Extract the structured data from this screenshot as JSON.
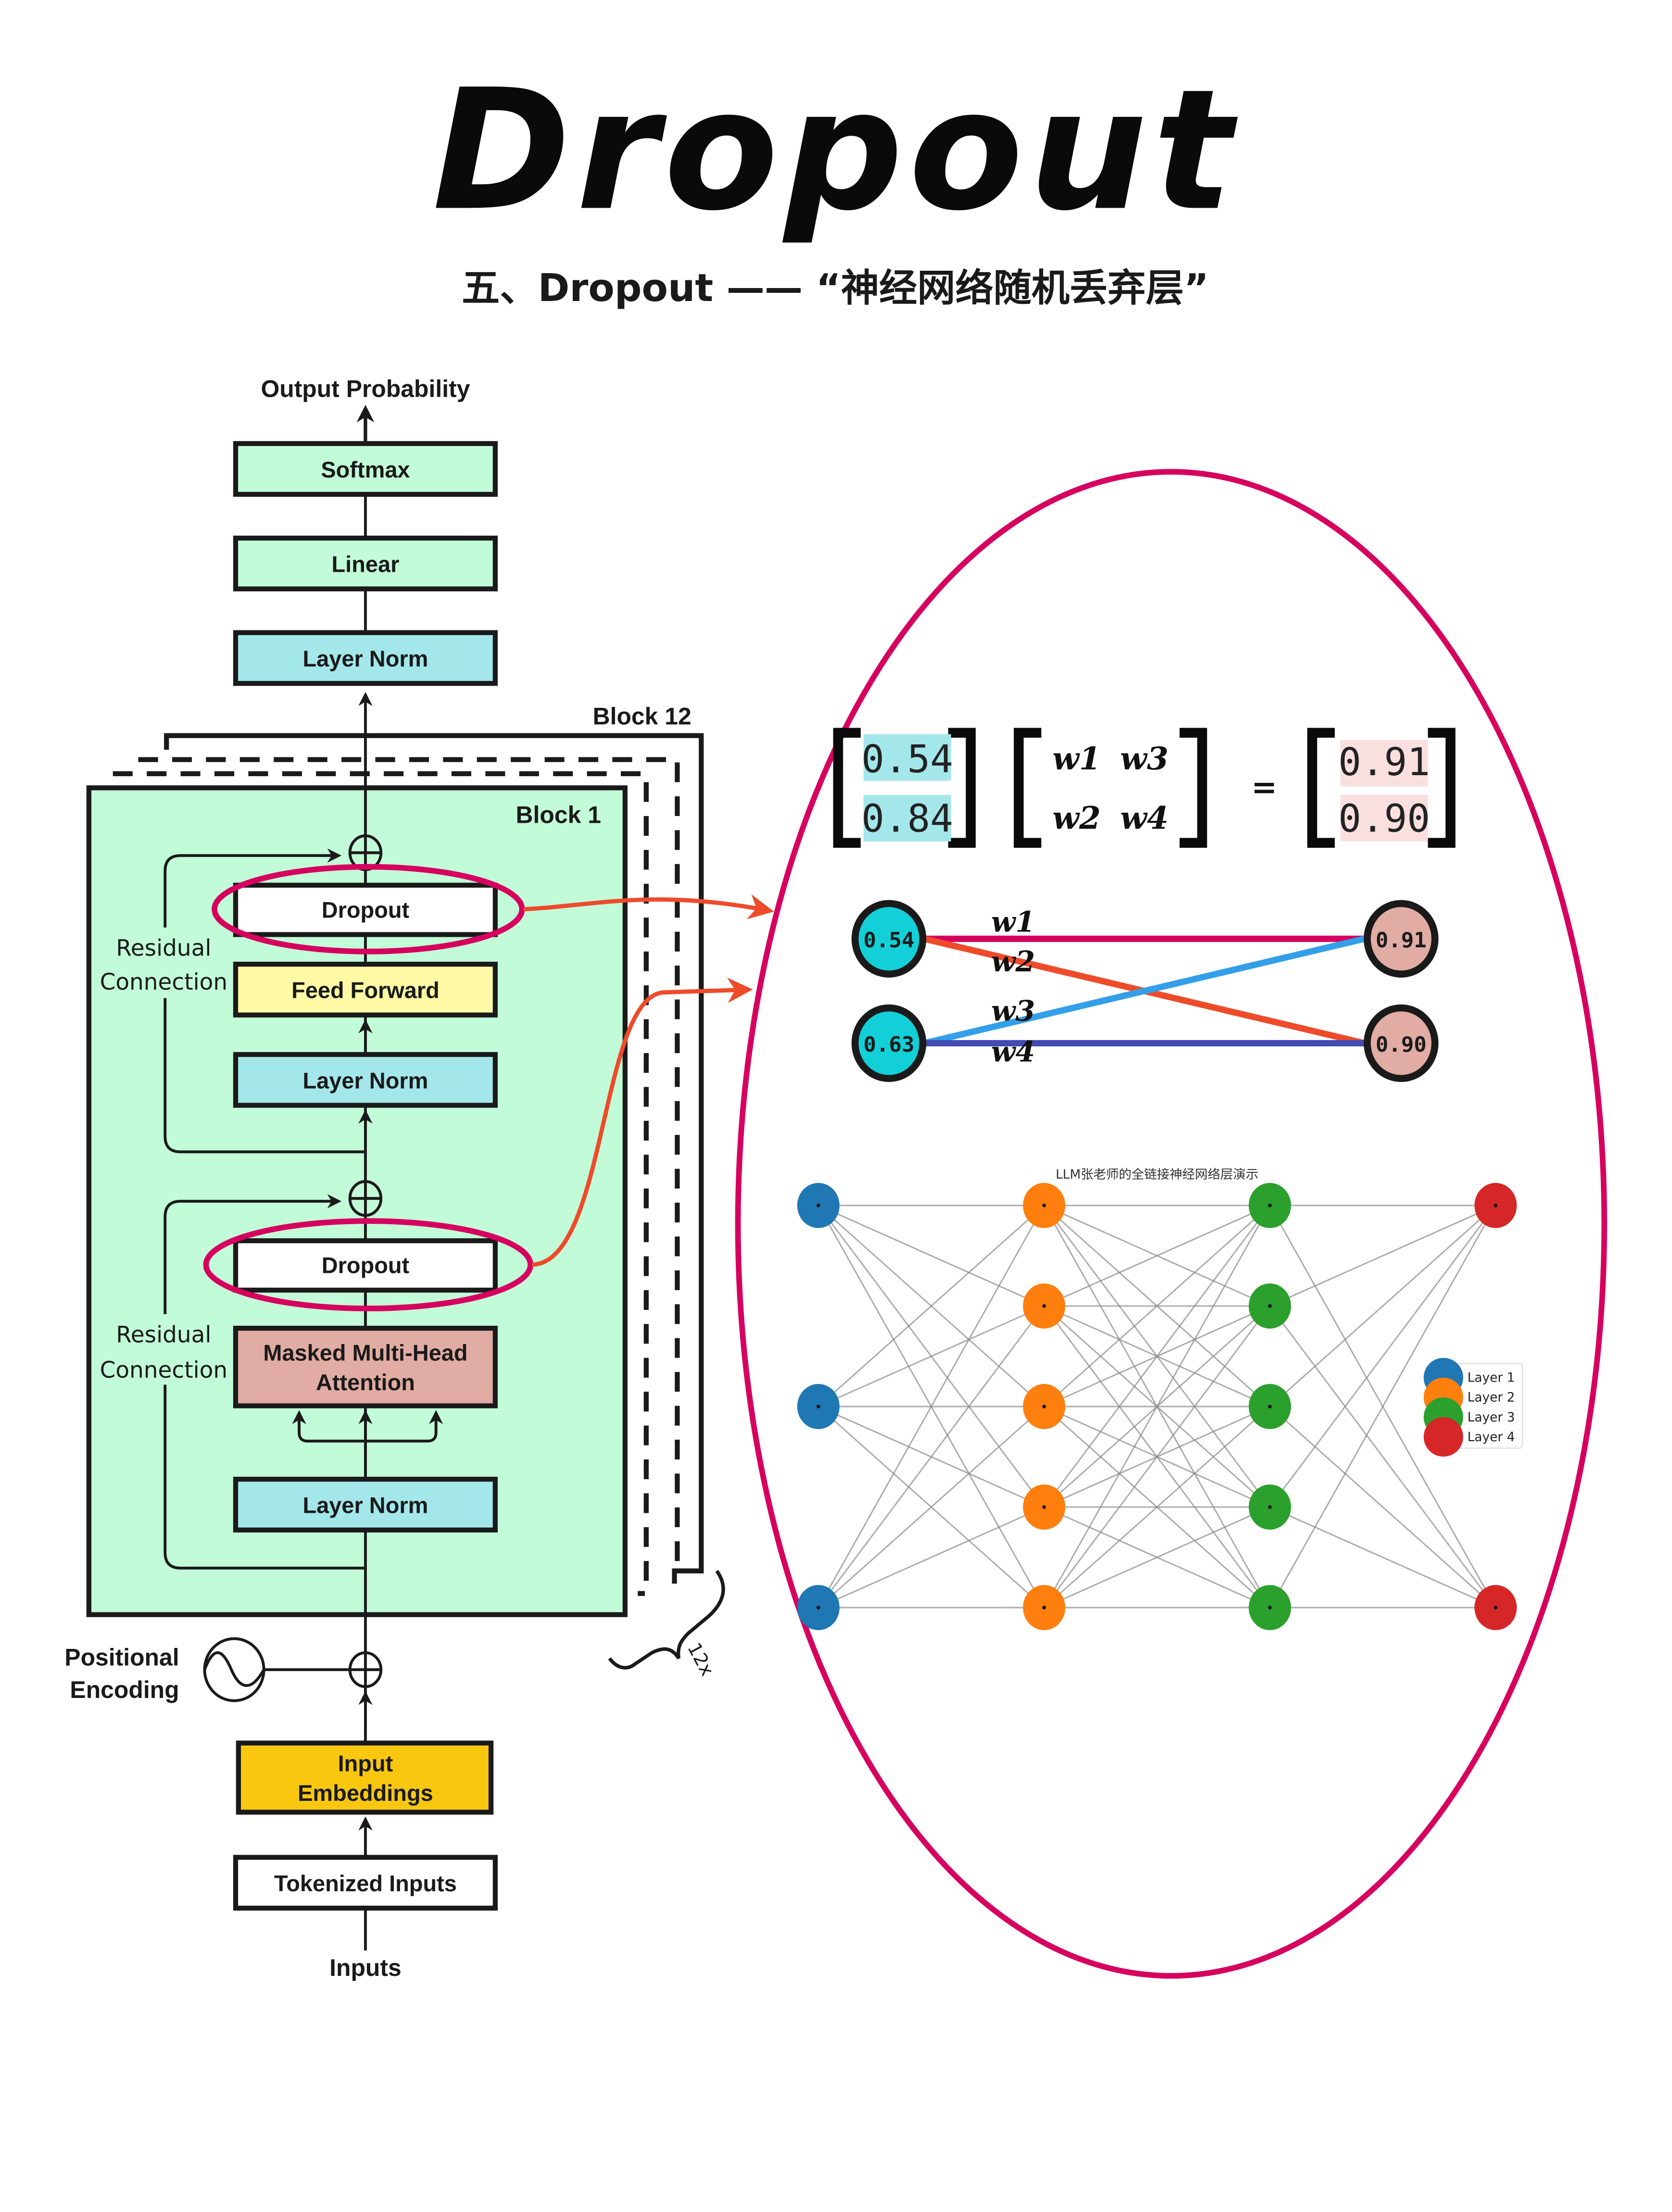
{
  "title": "Dropout",
  "subtitle": "五、Dropout —— “神经网络随机丢弃层”",
  "transformer": {
    "output_label": "Output Probability",
    "top_layers": [
      {
        "label": "Softmax",
        "color": "#c2fbd8"
      },
      {
        "label": "Linear",
        "color": "#c2fbd8"
      },
      {
        "label": "Layer Norm",
        "color": "#a3e7eb"
      }
    ],
    "block_last_label": "Block 12",
    "block_first_label": "Block 1",
    "block_fill": "#c2fbd8",
    "upper_sublayer": {
      "dropout_label": "Dropout",
      "ffn_label": "Feed Forward",
      "ffn_color": "#fdf9a5",
      "norm_label": "Layer Norm",
      "norm_color": "#a3e7eb",
      "residual_label_line1": "Residual",
      "residual_label_line2": "Connection"
    },
    "lower_sublayer": {
      "dropout_label": "Dropout",
      "attention_label_line1": "Masked Multi-Head",
      "attention_label_line2": "Attention",
      "attention_color": "#e1aca3",
      "norm_label": "Layer Norm",
      "norm_color": "#a3e7eb",
      "residual_label_line1": "Residual",
      "residual_label_line2": "Connection"
    },
    "repeat_label": "12x",
    "positional_label_line1": "Positional",
    "positional_label_line2": "Encoding",
    "embeddings_label_line1": "Input",
    "embeddings_label_line2": "Embeddings",
    "embeddings_color": "#f9c710",
    "tokenized_label": "Tokenized Inputs",
    "inputs_label": "Inputs",
    "highlight_color": "#d6005f",
    "arrow_color": "#ee4b2b"
  },
  "matrix_equation": {
    "input_vector": [
      "0.54",
      "0.84"
    ],
    "input_cell_color": "#a3e7eb",
    "weight_matrix": [
      [
        "w1",
        "w3"
      ],
      [
        "w2",
        "w4"
      ]
    ],
    "equals": "=",
    "output_vector": [
      "0.91",
      "0.90"
    ],
    "output_cell_color": "#fadfdf"
  },
  "mini_network": {
    "input_nodes": [
      "0.54",
      "0.63"
    ],
    "input_color": "#13cfd7",
    "output_nodes": [
      "0.91",
      "0.90"
    ],
    "output_color": "#e1aca3",
    "edges": [
      {
        "label": "w1",
        "from": 0,
        "to": 0,
        "color": "#d5005e"
      },
      {
        "label": "w2",
        "from": 0,
        "to": 1,
        "color": "#ee4b2b"
      },
      {
        "label": "w3",
        "from": 1,
        "to": 0,
        "color": "#339fe8"
      },
      {
        "label": "w4",
        "from": 1,
        "to": 1,
        "color": "#414bb2"
      }
    ]
  },
  "fc_network": {
    "title": "LLM张老师的全链接神经网络层演示",
    "layers": [
      {
        "name": "Layer 1",
        "nodes": 3,
        "color": "#1f77b4"
      },
      {
        "name": "Layer 2",
        "nodes": 5,
        "color": "#ff7f0e"
      },
      {
        "name": "Layer 3",
        "nodes": 5,
        "color": "#2ca02c"
      },
      {
        "name": "Layer 4",
        "nodes": 2,
        "color": "#d62728"
      }
    ],
    "edge_color": "#888888",
    "legend_position": "center-right"
  }
}
